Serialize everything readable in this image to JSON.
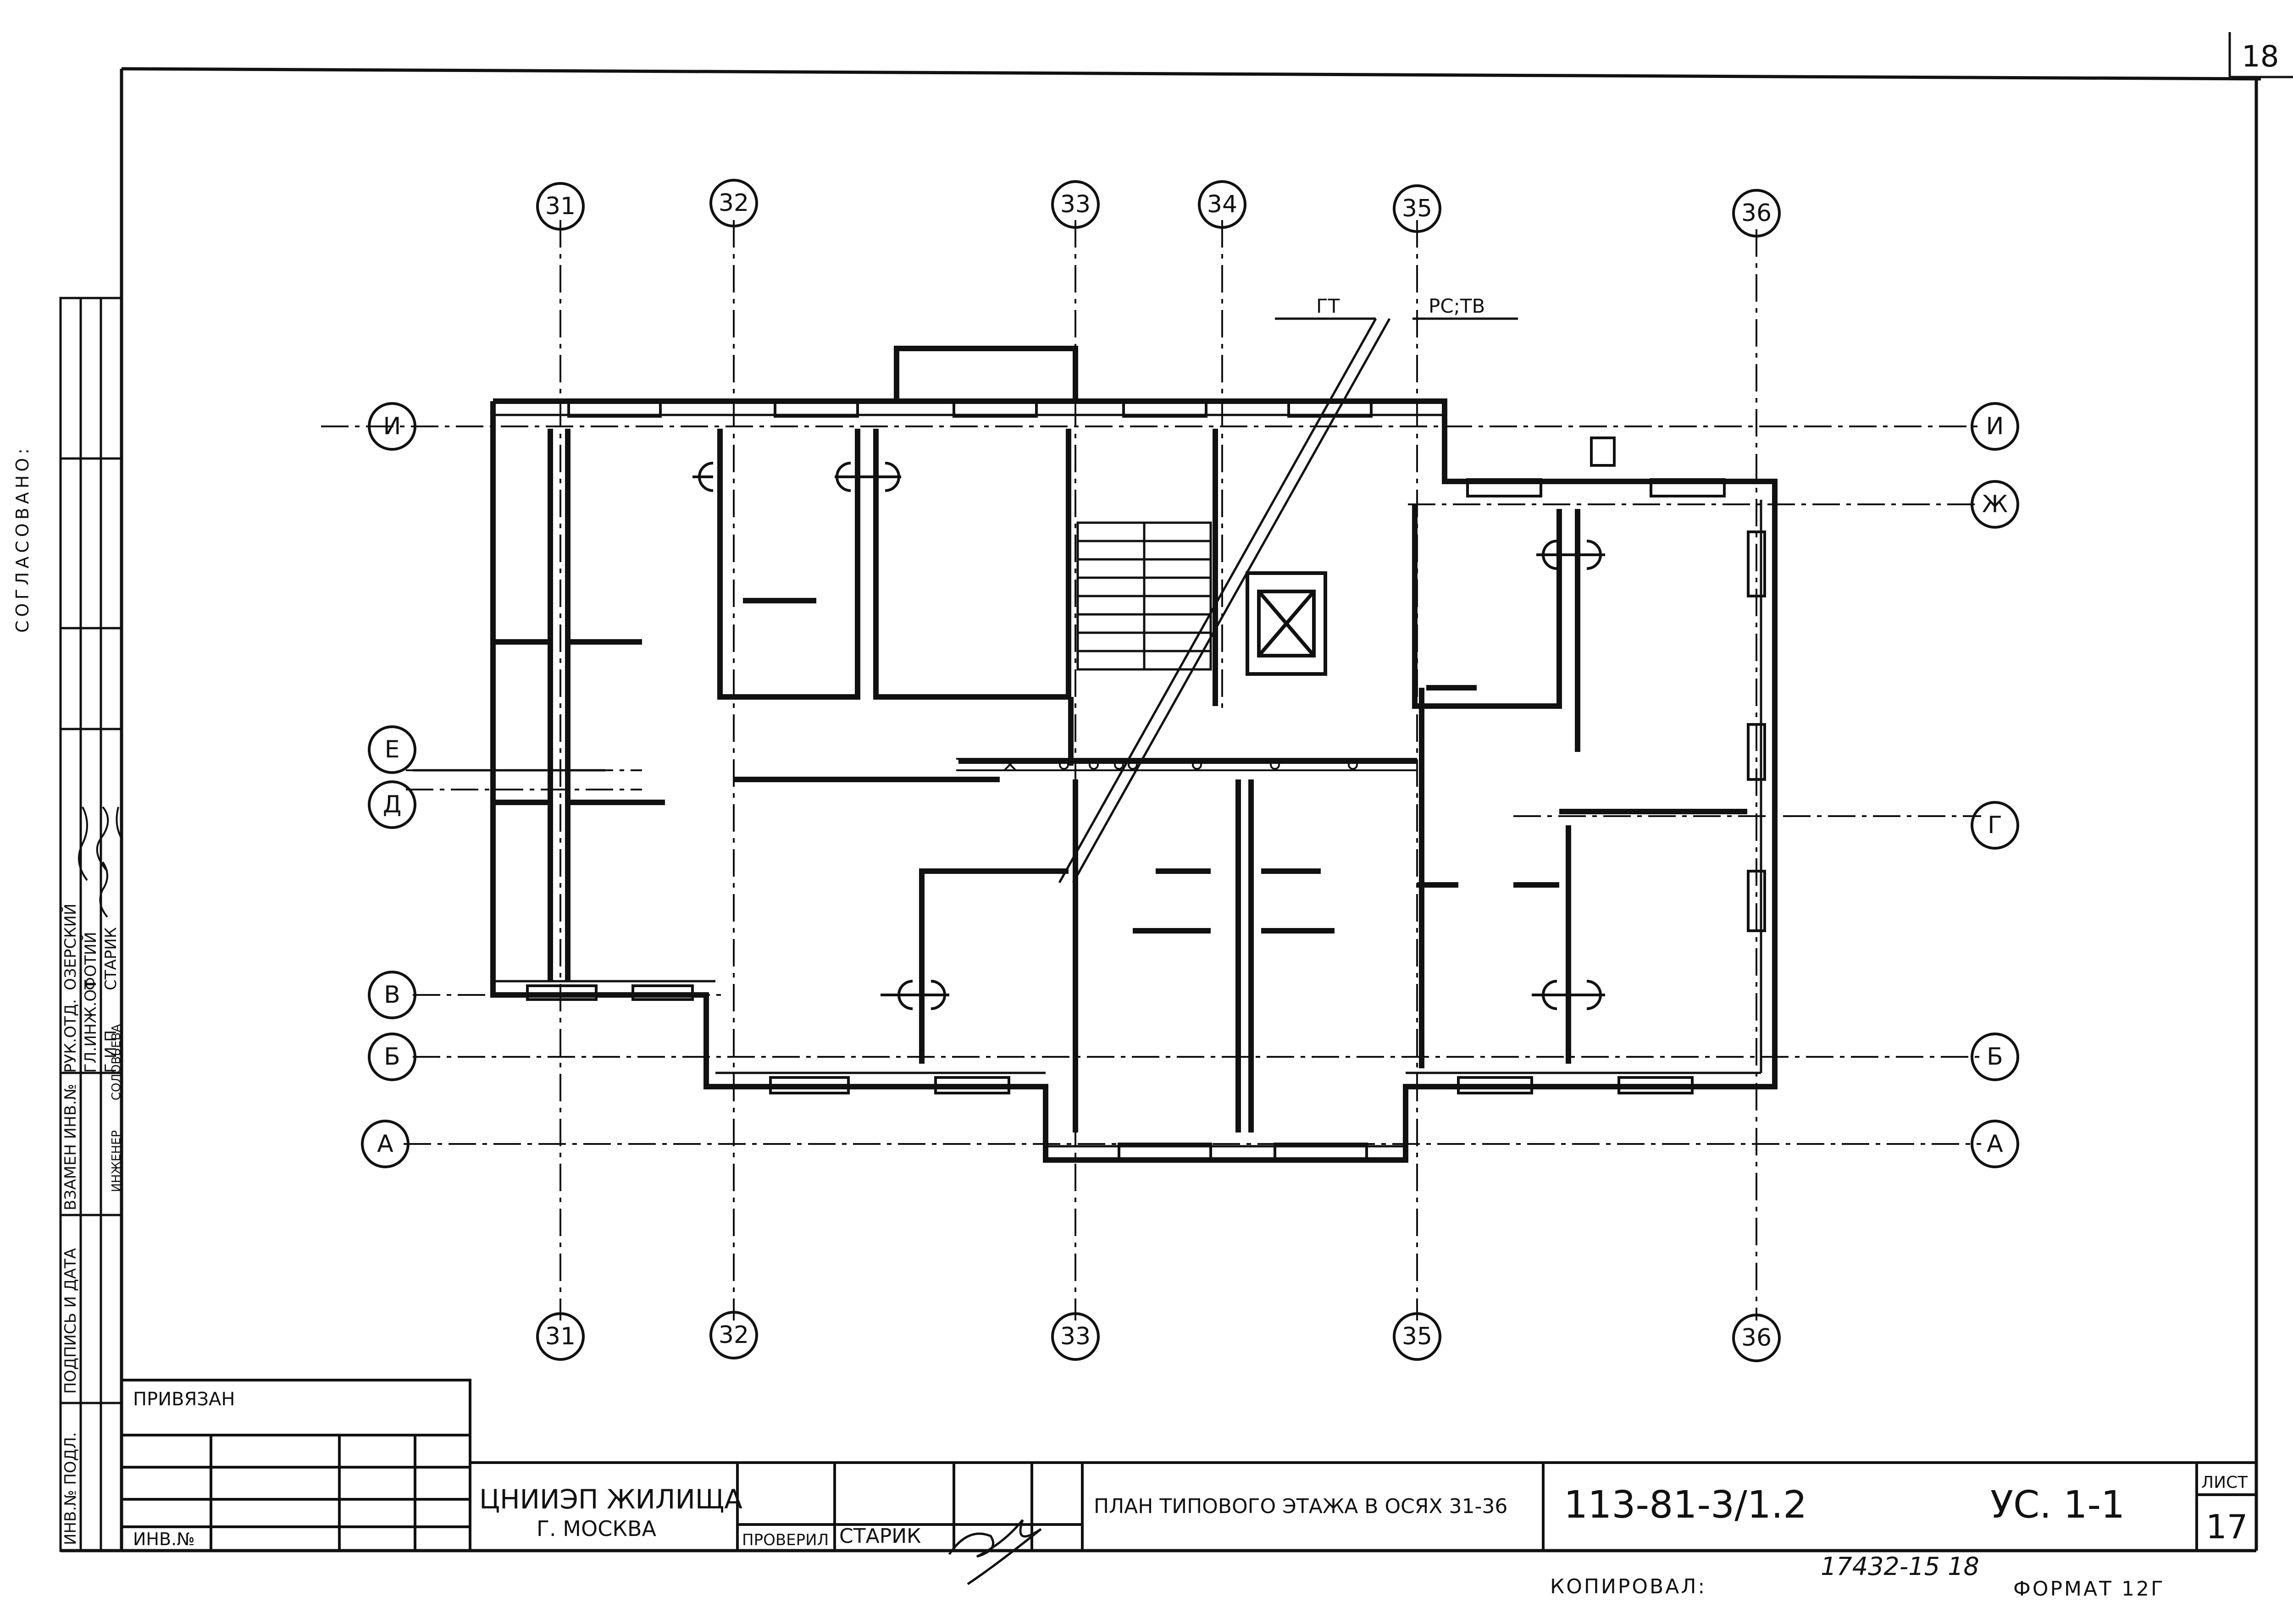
{
  "sheet_corner_number": "18",
  "approval": {
    "heading": "СОГЛАСОВАНО:"
  },
  "left_stamp": {
    "rows": [
      {
        "role": "РУК.ОТД.",
        "name": "ОЗЕРСКИЙ"
      },
      {
        "role": "ГЛ.ИНЖ.ОТ",
        "name": "ФОТИЙ"
      },
      {
        "role": "Г И П",
        "name": "СТАРИК"
      },
      {
        "role": "ИНЖЕНЕР",
        "name": "СОЛОВЬЕВА"
      }
    ],
    "vertical_labels": [
      "ИНВ.№ ПОДЛ.",
      "ПОДПИСЬ И ДАТА",
      "ВЗАМЕН ИНВ.№"
    ]
  },
  "axes": {
    "columns_top": [
      "31",
      "32",
      "33",
      "34",
      "35",
      "36"
    ],
    "columns_bottom": [
      "31",
      "32",
      "33",
      "35",
      "36"
    ],
    "rows_left": [
      "И",
      "Е",
      "Д",
      "В",
      "Б",
      "А"
    ],
    "rows_right": [
      "И",
      "Ж",
      "Г",
      "Б",
      "А"
    ]
  },
  "shaft_labels": {
    "gt": "ГТ",
    "rs_tv": "РС;ТВ"
  },
  "privyazan": {
    "label": "ПРИВЯЗАН",
    "inv_label": "ИНВ.№"
  },
  "title_block": {
    "org_line1": "ЦНИИЭП ЖИЛИЩА",
    "org_line2": "Г. МОСКВА",
    "checked_label": "ПРОВЕРИЛ",
    "checked_name": "СТАРИК",
    "sheet_title": "ПЛАН ТИПОВОГО ЭТАЖА В ОСЯХ 31-36",
    "project_code": "113-81-3/1.2",
    "drawing_mark": "УС. 1-1",
    "sheet_label": "ЛИСТ",
    "sheet_number": "17"
  },
  "footer": {
    "copied_label": "КОПИРОВАЛ:",
    "order_number": "17432-15 18",
    "format_label": "ФОРМАТ 12Г"
  }
}
